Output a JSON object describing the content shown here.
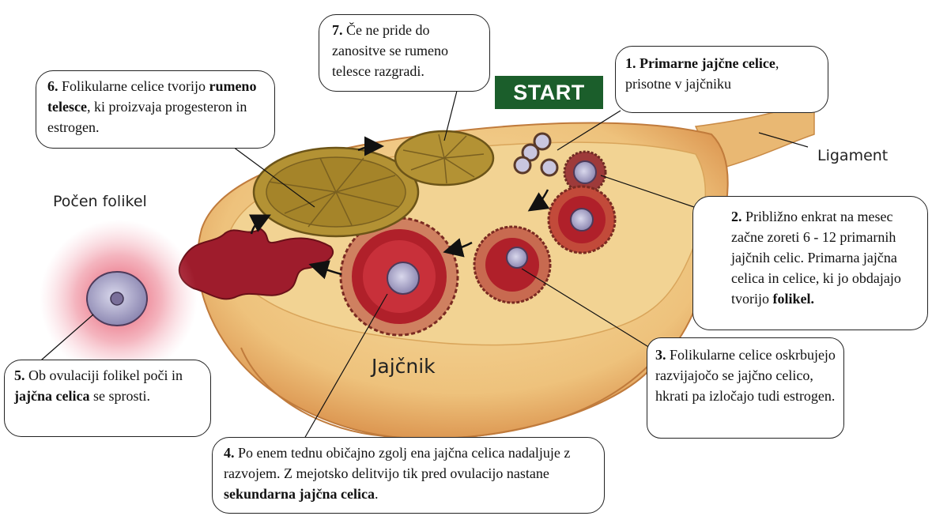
{
  "start_badge": "START",
  "labels": {
    "ligament": "Ligament",
    "burst_follicle": "Počen folikel",
    "ovary": "Jajčnik"
  },
  "steps": [
    {
      "num": "1.",
      "bold_a": "Primarne jajčne celice",
      "text_a": ", prisotne v jajčniku"
    },
    {
      "num": "2.",
      "text_a": " Približno enkrat na mesec začne zoreti 6 - 12 primarnih jajčnih celic. Primarna jajčna celica in celice, ki jo obdajajo tvorijo ",
      "bold_a": "folikel."
    },
    {
      "num": "3.",
      "text_a": " Folikularne celice oskrbujejo razvijajočo se jajčno celico, hkrati pa izločajo tudi estrogen."
    },
    {
      "num": "4.",
      "text_a": " Po enem tednu običajno zgolj ena jajčna celica nadaljuje z razvojem. Z mejotsko delitvijo tik pred ovulacijo nastane ",
      "bold_a": "sekundarna jajčna celica",
      "text_b": "."
    },
    {
      "num": "5.",
      "text_a": " Ob ovulaciji folikel poči in ",
      "bold_a": "jajčna celica",
      "text_b": " se sprosti."
    },
    {
      "num": "6.",
      "text_a": " Folikularne celice tvorijo ",
      "bold_a": "rumeno telesce",
      "text_b": ", ki proizvaja progesteron in estrogen."
    },
    {
      "num": "7.",
      "text_a": " Če ne pride do zanositve se rumeno telesce razgradi."
    }
  ],
  "colors": {
    "ovary_outer": "#e8a35f",
    "ovary_inner": "#f3d596",
    "corpus_luteum": "#a88a2e",
    "follicle_red": "#b0202a",
    "blood": "#9e1c2c",
    "start_green": "#1b5e2b"
  }
}
